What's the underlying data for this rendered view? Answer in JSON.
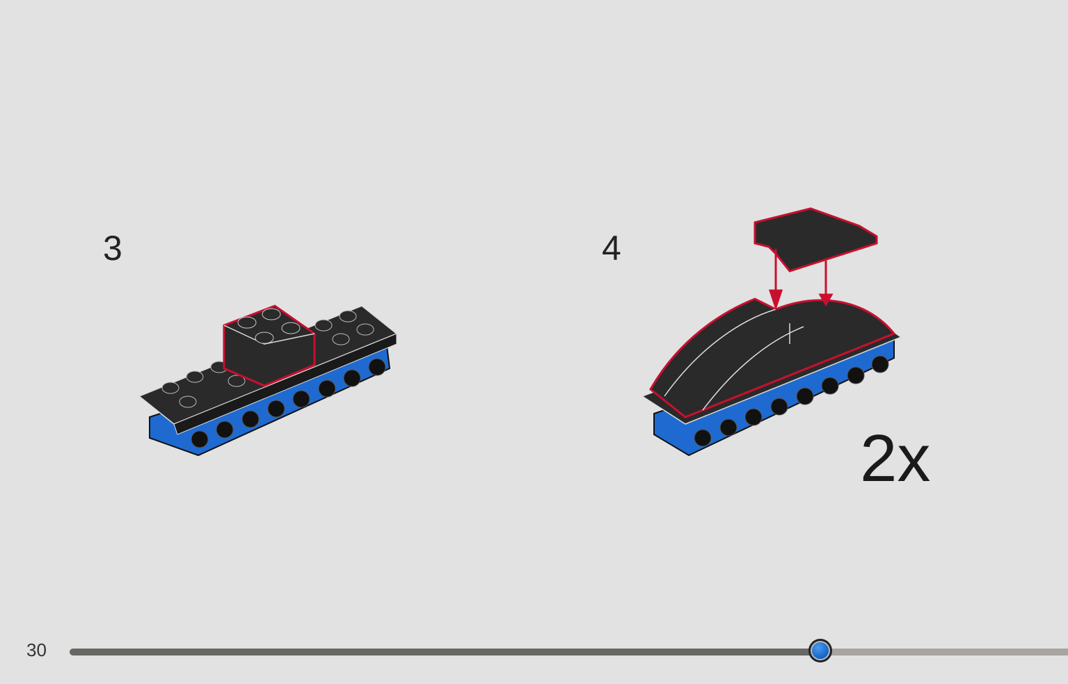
{
  "steps": [
    {
      "number": "3"
    },
    {
      "number": "4",
      "multiplier": "2x"
    }
  ],
  "slider": {
    "page_label": "30",
    "progress": 0.752
  },
  "colors": {
    "background": "#e2e2e2",
    "brick_black": "#2a2a2a",
    "brick_blue": "#1e6ad0",
    "highlight_red": "#c8102e"
  }
}
